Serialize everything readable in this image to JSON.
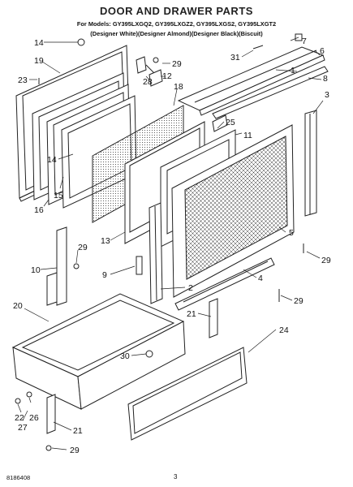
{
  "header": {
    "title": "DOOR AND DRAWER PARTS",
    "models_line": "For Models: GY395LXGQ2, GY395LXGZ2, GY395LXGS2, GY395LXGT2",
    "variants_line": "(Designer White)(Designer Almond)(Designer Black)(Biscuit)"
  },
  "callouts": [
    {
      "id": "14-top",
      "text": "14"
    },
    {
      "id": "19",
      "text": "19"
    },
    {
      "id": "23",
      "text": "23"
    },
    {
      "id": "29-hinge",
      "text": "29"
    },
    {
      "id": "28",
      "text": "28"
    },
    {
      "id": "12",
      "text": "12"
    },
    {
      "id": "18",
      "text": "18"
    },
    {
      "id": "7",
      "text": "7"
    },
    {
      "id": "6",
      "text": "6"
    },
    {
      "id": "31",
      "text": "31"
    },
    {
      "id": "1",
      "text": "1"
    },
    {
      "id": "8",
      "text": "8"
    },
    {
      "id": "3",
      "text": "3"
    },
    {
      "id": "25",
      "text": "25"
    },
    {
      "id": "11",
      "text": "11"
    },
    {
      "id": "14-mid",
      "text": "14"
    },
    {
      "id": "15",
      "text": "15"
    },
    {
      "id": "16",
      "text": "16"
    },
    {
      "id": "13",
      "text": "13"
    },
    {
      "id": "5",
      "text": "5"
    },
    {
      "id": "29-right",
      "text": "29"
    },
    {
      "id": "10",
      "text": "10"
    },
    {
      "id": "29-left",
      "text": "29"
    },
    {
      "id": "9",
      "text": "9"
    },
    {
      "id": "4",
      "text": "4"
    },
    {
      "id": "2",
      "text": "2"
    },
    {
      "id": "29-bracket",
      "text": "29"
    },
    {
      "id": "20",
      "text": "20"
    },
    {
      "id": "21-upper",
      "text": "21"
    },
    {
      "id": "24",
      "text": "24"
    },
    {
      "id": "30",
      "text": "30"
    },
    {
      "id": "22",
      "text": "22"
    },
    {
      "id": "26",
      "text": "26"
    },
    {
      "id": "27",
      "text": "27"
    },
    {
      "id": "21-lower",
      "text": "21"
    },
    {
      "id": "29-bottom",
      "text": "29"
    }
  ],
  "footer": {
    "doc_number": "8186408",
    "page_number": "3"
  }
}
